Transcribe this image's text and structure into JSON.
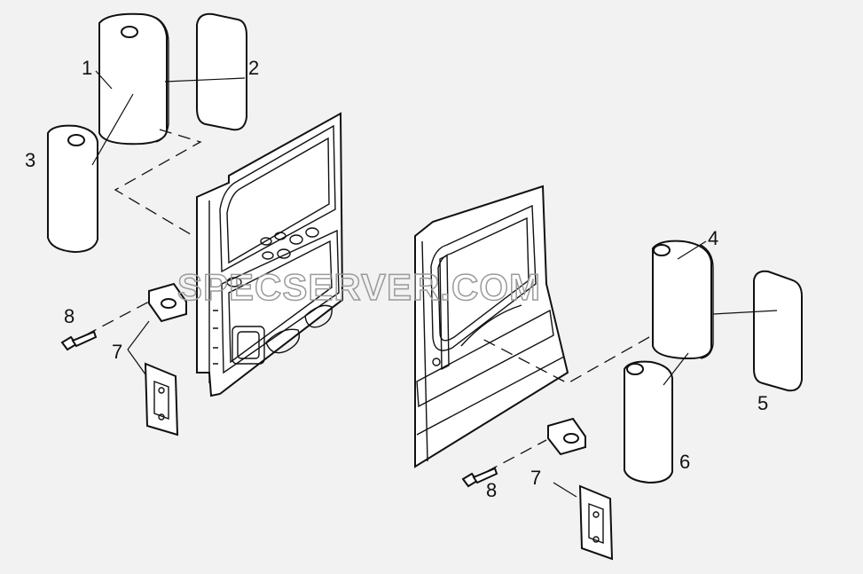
{
  "watermark": "SPECSERVER.COM",
  "callouts": {
    "left_mirror_1": "1",
    "left_glass_2": "2",
    "left_wide_mirror_3": "3",
    "left_screw_8": "8",
    "left_bracket_7": "7",
    "right_mirror_4": "4",
    "right_glass_5": "5",
    "right_wide_mirror_6": "6",
    "right_screw_8": "8",
    "right_bracket_7": "7"
  }
}
